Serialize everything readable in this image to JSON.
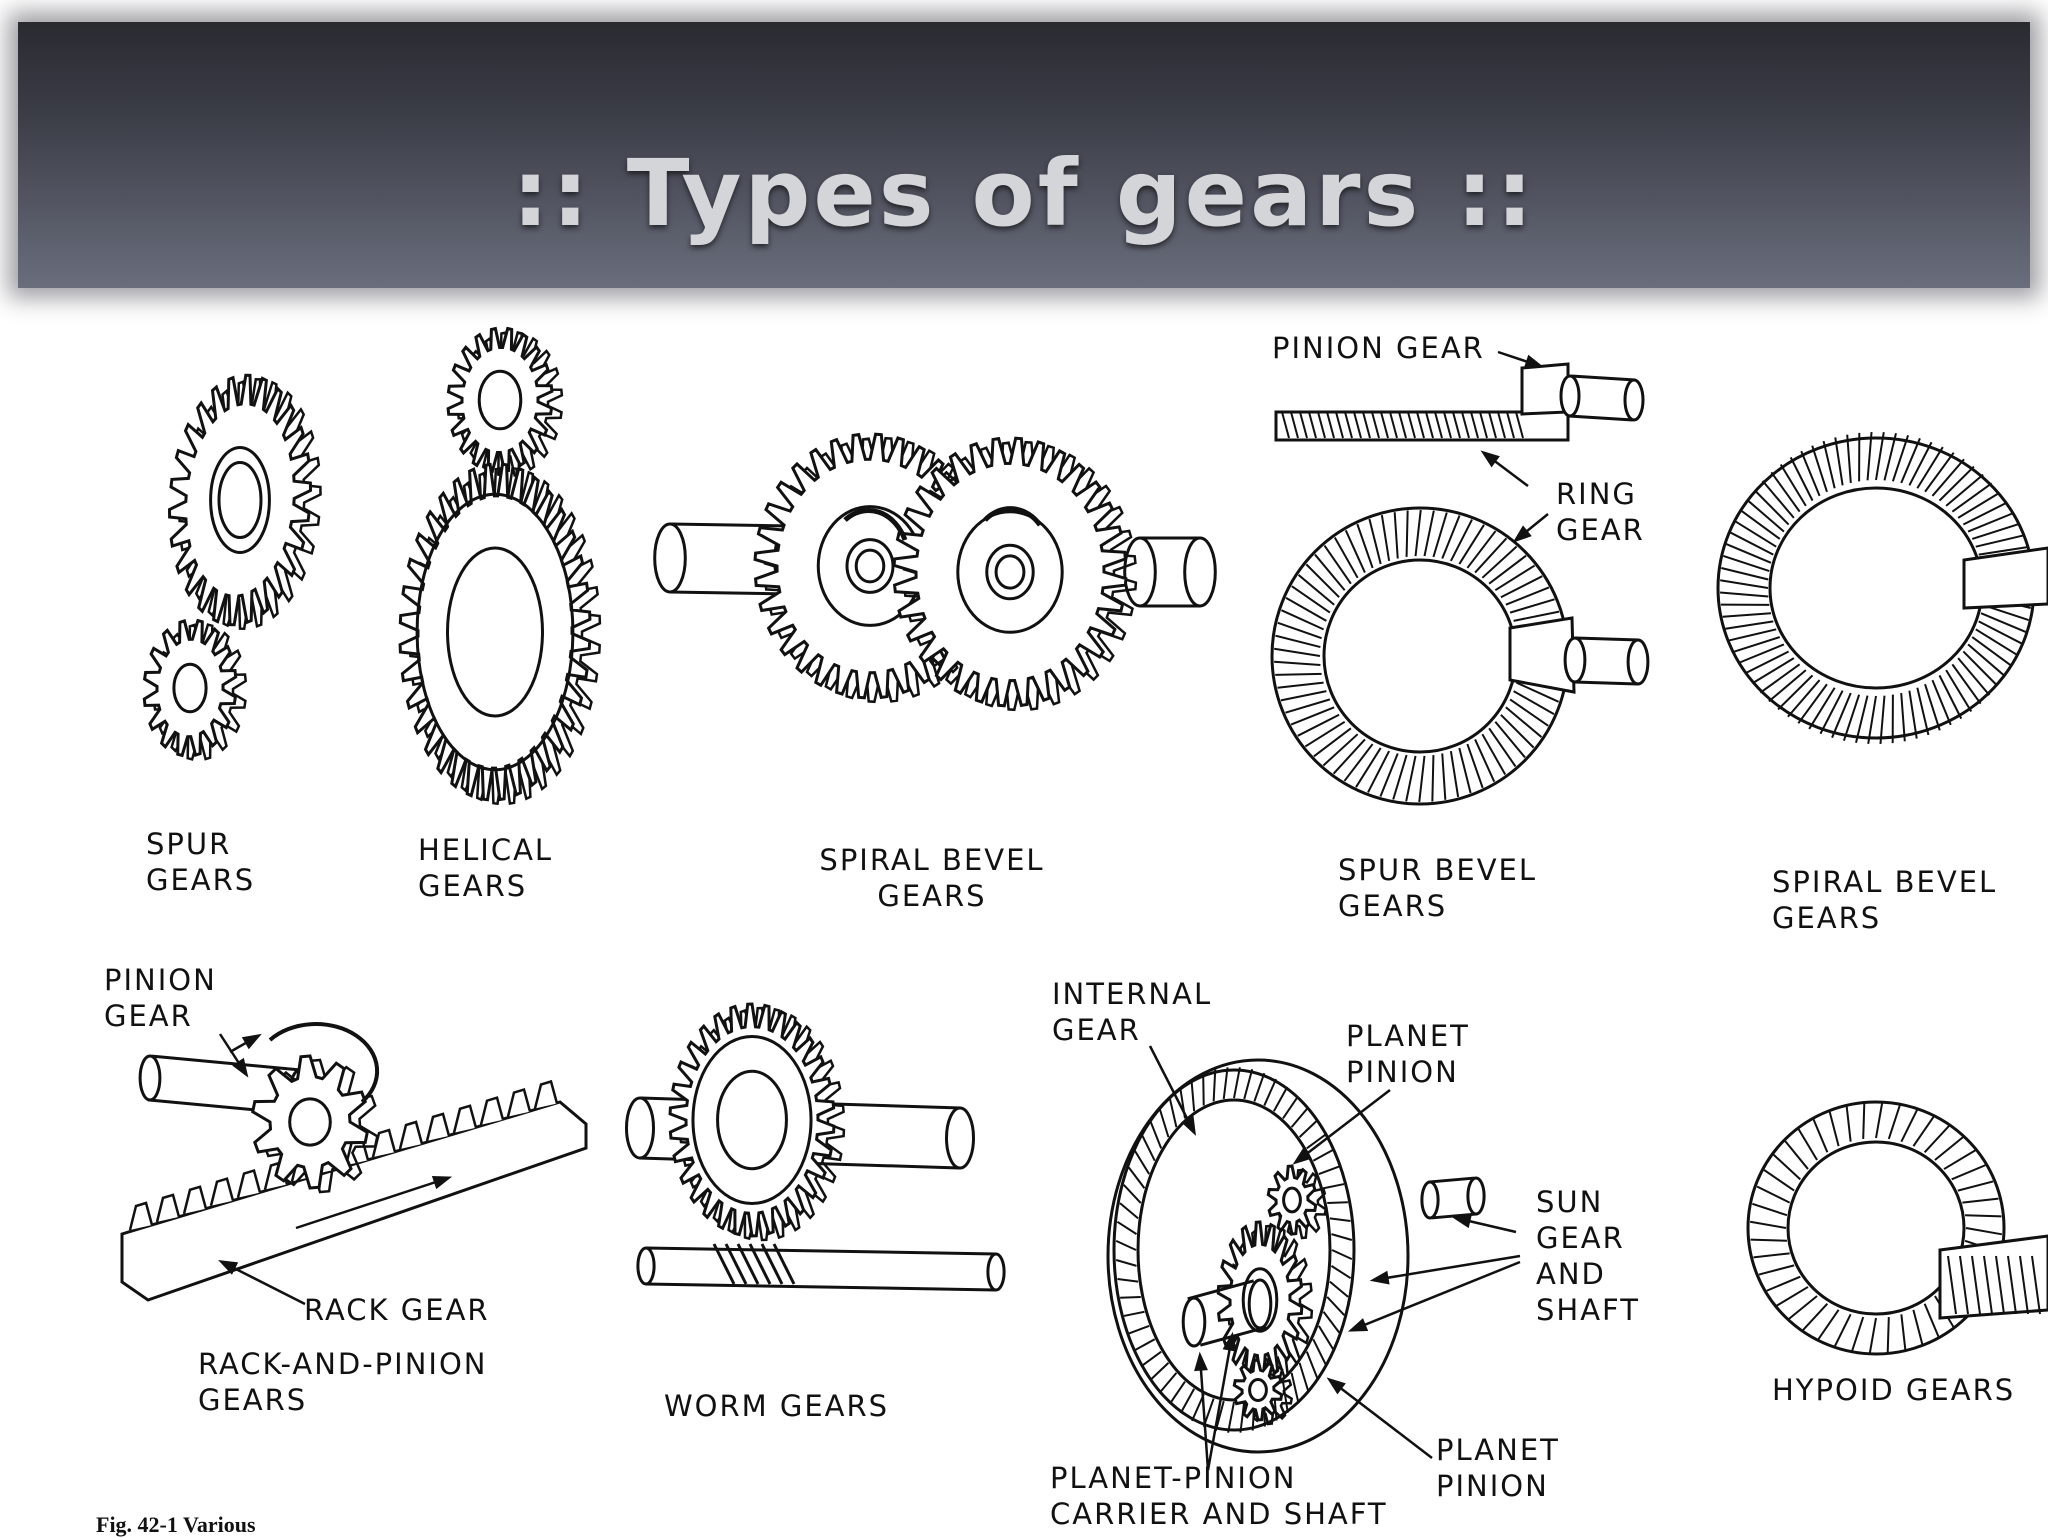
{
  "slide": {
    "title": ":: Types of gears ::"
  },
  "labels": {
    "spur": [
      "SPUR",
      "GEARS"
    ],
    "helical": [
      "HELICAL",
      "GEARS"
    ],
    "spiral_bevel_1": [
      "SPIRAL BEVEL",
      "GEARS"
    ],
    "pinion_gear_top": "PINION GEAR",
    "ring_gear": [
      "RING",
      "GEAR"
    ],
    "spur_bevel": [
      "SPUR BEVEL",
      "GEARS"
    ],
    "spiral_bevel_2": [
      "SPIRAL BEVEL",
      "GEARS"
    ],
    "pinion_gear_rack": [
      "PINION",
      "GEAR"
    ],
    "rack_gear": "RACK GEAR",
    "rack_and_pinion": [
      "RACK-AND-PINION",
      "GEARS"
    ],
    "worm": "WORM GEARS",
    "internal_gear": [
      "INTERNAL",
      "GEAR"
    ],
    "planet_pinion_top": [
      "PLANET",
      "PINION"
    ],
    "sun_gear": [
      "SUN",
      "GEAR",
      "AND",
      "SHAFT"
    ],
    "planet_pinion_bottom": [
      "PLANET",
      "PINION"
    ],
    "carrier": [
      "PLANET-PINION",
      "CARRIER AND SHAFT"
    ],
    "hypoid": "HYPOID GEARS",
    "figure_caption": "Fig. 42-1 Various"
  }
}
